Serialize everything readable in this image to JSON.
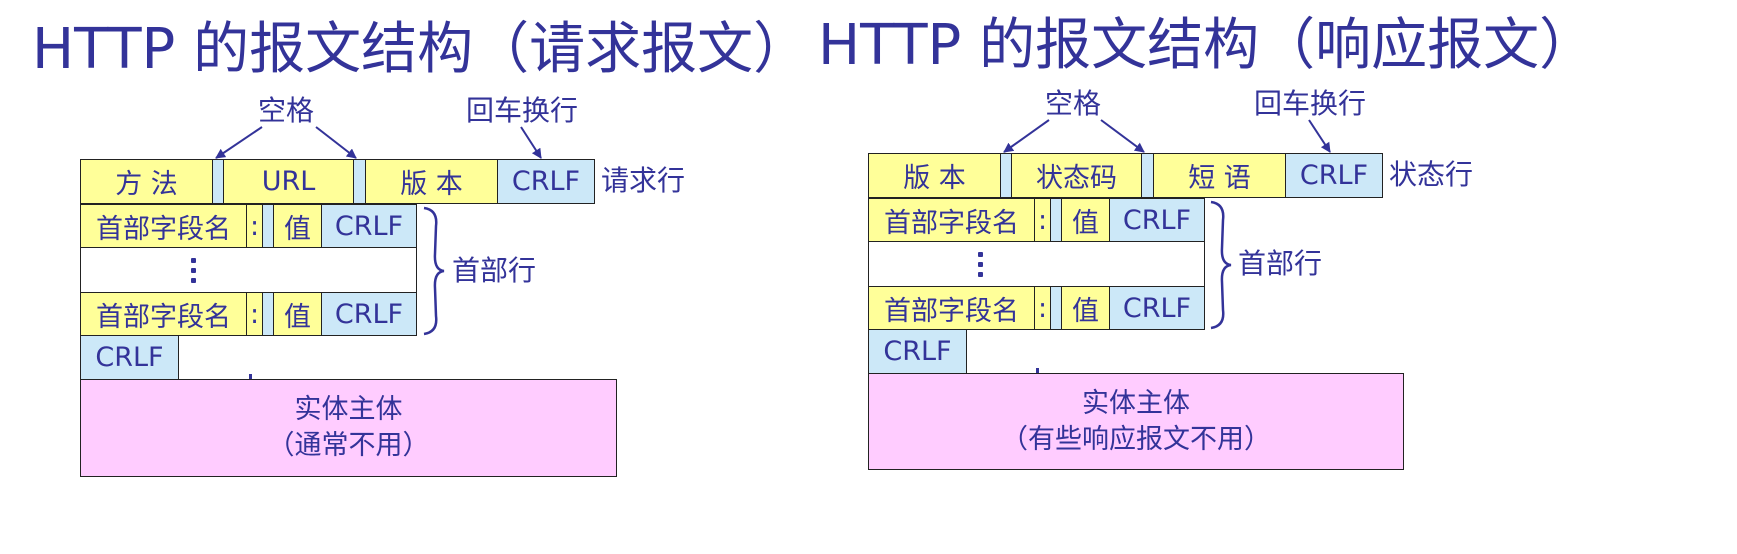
{
  "request": {
    "title": "HTTP 的报文结构（请求报文）",
    "space_label": "空格",
    "crlf_label": "回车换行",
    "start_line": {
      "f1": "方  法",
      "f2": "URL",
      "f3": "版  本",
      "crlf": "CRLF",
      "row_label": "请求行"
    },
    "header": {
      "name": "首部字段名",
      "colon": ":",
      "value": "值",
      "crlf": "CRLF",
      "group_label": "首部行",
      "ellipsis": "⋮"
    },
    "blank_crlf": "CRLF",
    "body": {
      "line1": "实体主体",
      "line2": "（通常不用）"
    }
  },
  "response": {
    "title": "HTTP 的报文结构（响应报文）",
    "space_label": "空格",
    "crlf_label": "回车换行",
    "start_line": {
      "f1": "版  本",
      "f2": "状态码",
      "f3": "短  语",
      "crlf": "CRLF",
      "row_label": "状态行"
    },
    "header": {
      "name": "首部字段名",
      "colon": ":",
      "value": "值",
      "crlf": "CRLF",
      "group_label": "首部行",
      "ellipsis": "⋮"
    },
    "blank_crlf": "CRLF",
    "body": {
      "line1": "实体主体",
      "line2": "（有些响应报文不用）"
    }
  },
  "colors": {
    "text": "#333399",
    "field_yellow": "#ffff99",
    "crlf_blue": "#cce8f8",
    "body_pink": "#ffccff",
    "border": "#222222"
  }
}
